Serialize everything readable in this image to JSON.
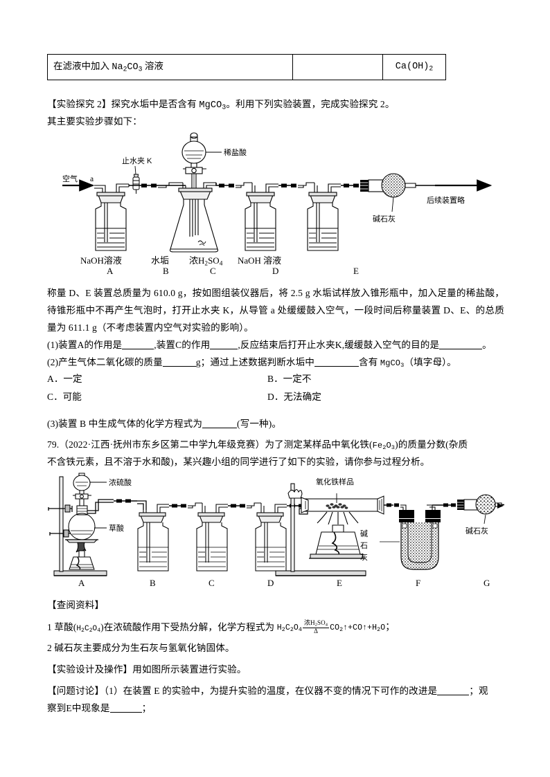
{
  "table": {
    "rows": [
      {
        "cells": [
          "在滤液中加入 Na2CO3 溶液",
          "",
          "Ca(OH)2"
        ]
      }
    ]
  },
  "section1": {
    "heading": "【实验探究 2】探究水垢中是否含有 MgCO3。利用下列实验装置，完成实验探究 2。",
    "subheading": "其主要实验步骤如下："
  },
  "figure1": {
    "caption_labels": [
      "A",
      "B",
      "C",
      "D",
      "E"
    ],
    "substance_labels": [
      "NaOH溶液",
      "水垢",
      "浓H2SO4",
      "NaOH 溶液",
      ""
    ],
    "annotations": {
      "air_inlet": "空气",
      "inlet_letter": "a",
      "clamp": "止水夹 K",
      "dilute_hcl": "稀盐酸",
      "soda_lime": "碱石灰",
      "later_omitted": "后续装置略"
    }
  },
  "paragraphs": {
    "p1": "称量 D、E 装置总质量为 610.0 g，按如图组装仪器后，将 2.5 g 水垢试样放入锥形瓶中，加入足量的稀盐酸，待锥形瓶中不再产生气泡时，打开止水夹 K，从导管 a 处缓缓鼓入空气，一段时间后称量装置 D、E、的总质量为 611.1 g（不考虑装置内空气对实验的影响）。",
    "q1_a": "(1)装置A的作用是",
    "q1_b": ",装置C的作用",
    "q1_c": ",反应结束后打开止水夹K,缓缓鼓入空气的目的是",
    "q1_d": "。",
    "q2_a": "(2)产生气体二氧化碳的质量",
    "q2_b": "g；通过上述数据判断水垢中",
    "q2_c": "含有 MgCO3（填字母）。",
    "options": [
      {
        "key": "A．",
        "text": "一定"
      },
      {
        "key": "B．",
        "text": "一定不"
      },
      {
        "key": "C．",
        "text": "可能"
      },
      {
        "key": "D．",
        "text": "无法确定"
      }
    ],
    "q3_a": "(3)装置 B 中生成气体的化学方程式为",
    "q3_b": "(写一种)。"
  },
  "section2": {
    "line1": "79.（2022·江西·抚州市东乡区第二中学九年级竞赛）为了测定某样品中氧化铁(Fe2O3)的质量分数(杂质",
    "line2": "不含铁元素，且不溶于水和酸)，某兴趣小组的同学进行了如下的实验，请你参与过程分析。"
  },
  "figure2": {
    "caption_labels": [
      "A",
      "B",
      "C",
      "D",
      "E",
      "F",
      "G"
    ],
    "annotations": {
      "conc_sulfuric": "浓硫酸",
      "oxalic_acid": "草酸",
      "iron_oxide_sample": "氧化铁样品",
      "soda_lime_f": "碱石灰",
      "soda_lime_g": "碱石灰"
    }
  },
  "section3": {
    "ref_heading": "【查阅资料】",
    "ref1_pre": "1 草酸(H2C2O4)在浓硫酸作用下受热分解，化学方程式为 ",
    "ref1_eq": {
      "left": "H2C2O4",
      "above": "浓H2SO4",
      "below": "Δ",
      "right": "CO2↑+CO↑+H2O；"
    },
    "ref2": "2 碱石灰主要成分为生石灰与氢氧化钠固体。",
    "design_heading": "【实验设计及操作】",
    "design_text": "用如图所示装置进行实验。",
    "discuss_heading": "【问题讨论】",
    "discuss_a": "（1）在装置 E 的实验中，为提升实验的温度，在仪器不变的情况下可作的改进是",
    "discuss_b": "；观",
    "discuss_c": "察到E中现象是",
    "discuss_d": "；"
  }
}
